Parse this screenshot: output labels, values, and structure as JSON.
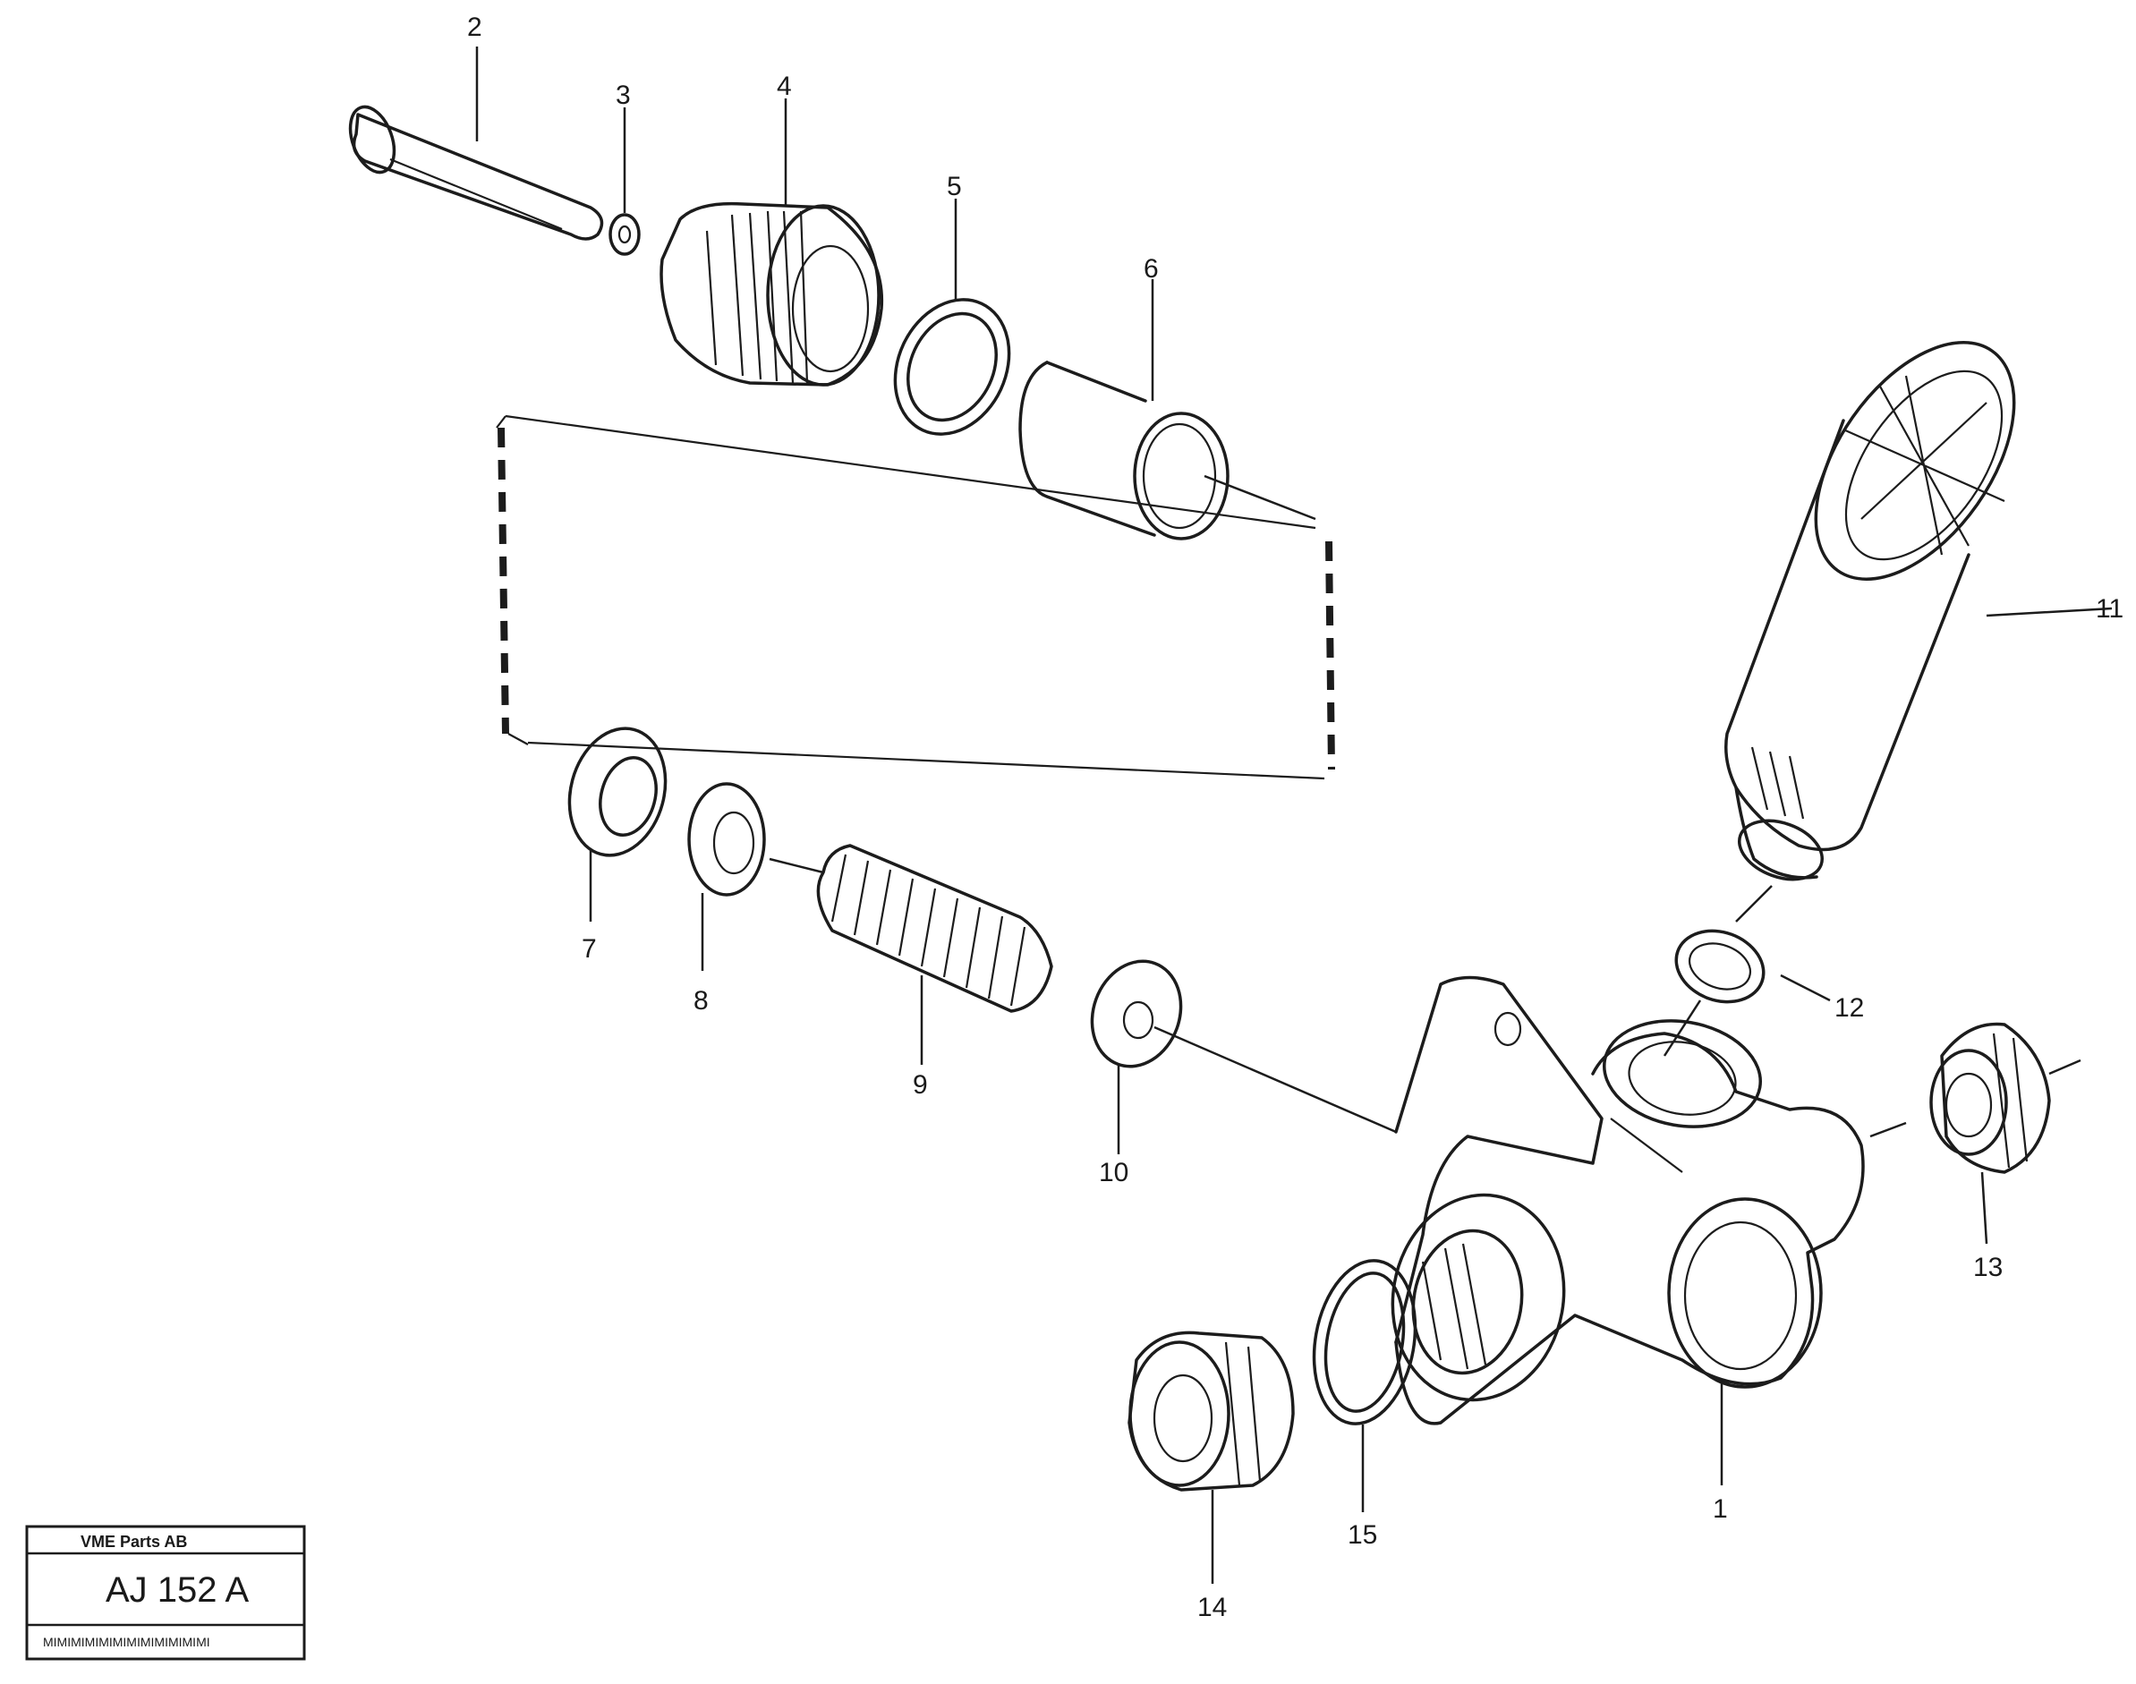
{
  "diagram": {
    "callouts": [
      {
        "id": "callout-2-top",
        "text": "2"
      },
      {
        "id": "callout-3-top",
        "text": "3"
      },
      {
        "id": "callout-4",
        "text": "4"
      },
      {
        "id": "callout-5",
        "text": "5"
      },
      {
        "id": "callout-6",
        "text": "6"
      },
      {
        "id": "callout-7",
        "text": "7"
      },
      {
        "id": "callout-8",
        "text": "8"
      },
      {
        "id": "callout-9",
        "text": "9"
      },
      {
        "id": "callout-10",
        "text": "10"
      },
      {
        "id": "callout-11",
        "text": "11"
      },
      {
        "id": "callout-12",
        "text": "12"
      },
      {
        "id": "callout-13",
        "text": "13"
      },
      {
        "id": "callout-1",
        "text": "1"
      },
      {
        "id": "callout-14",
        "text": "14"
      },
      {
        "id": "callout-15",
        "text": "15"
      }
    ],
    "reference_box": {
      "header": "VME Parts AB",
      "code": "AJ 152 A",
      "footer": "MIMIMIMIMIMIMIMIMIMIMIMI"
    }
  }
}
